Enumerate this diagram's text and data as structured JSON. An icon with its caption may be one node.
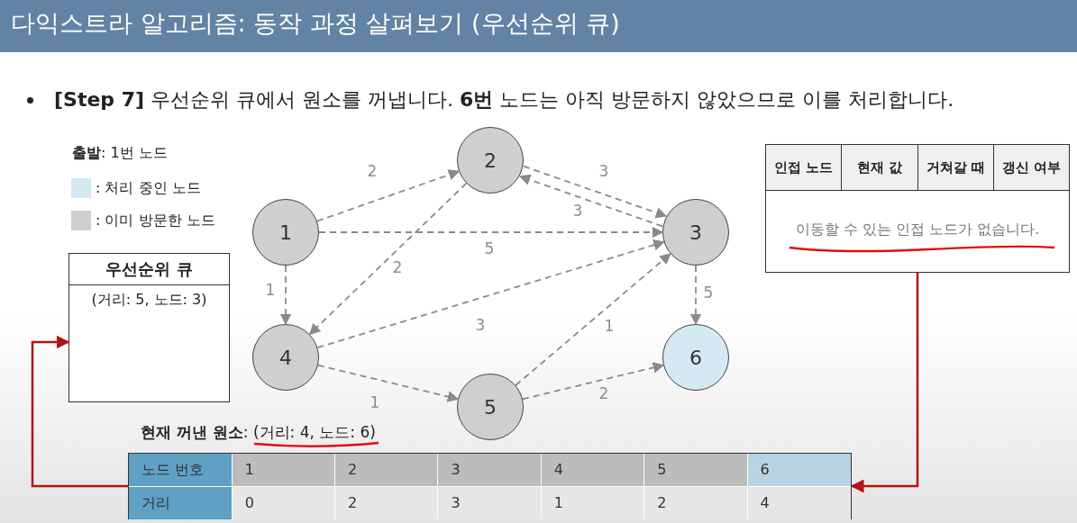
{
  "diagram": {
    "title": "다익스트라 알고리즘: 동작 과정 살펴보기 (우선순위 큐)",
    "nodes": [
      {
        "text": [
          "1"
        ]
      },
      {
        "text": [
          "2"
        ]
      },
      {
        "text": [
          "3"
        ]
      },
      {
        "text": [
          "4"
        ]
      },
      {
        "text": [
          "5"
        ]
      },
      {
        "text": [
          "6"
        ]
      },
      {
        "text": [
          "우선순위 큐",
          "(거리: 5, 노드: 3)"
        ]
      },
      {
        "text": [
          "인접 노드",
          "현재 값",
          "거쳐갈 때",
          "갱신 여부",
          "이동할 수 있는 인접 노드가 없습니다."
        ]
      },
      {
        "text": [
          "노드 번호",
          "1",
          "2",
          "3",
          "4",
          "5",
          "6",
          "거리",
          "0",
          "2",
          "3",
          "1",
          "2",
          "4"
        ]
      }
    ],
    "edges": [
      {
        "from": 0,
        "to": 1,
        "arrow": "to",
        "label": "2",
        "style": "dashed"
      },
      {
        "from": 1,
        "to": 2,
        "arrow": "to",
        "label": "3",
        "style": "dashed"
      },
      {
        "from": 2,
        "to": 1,
        "arrow": "to",
        "label": "3",
        "style": "dashed"
      },
      {
        "from": 0,
        "to": 2,
        "arrow": "to",
        "label": "5",
        "style": "dashed"
      },
      {
        "from": 1,
        "to": 3,
        "arrow": "to",
        "label": "2",
        "style": "dashed"
      },
      {
        "from": 0,
        "to": 3,
        "arrow": "to",
        "label": "1",
        "style": "dashed"
      },
      {
        "from": 2,
        "to": 5,
        "arrow": "to",
        "label": "5",
        "style": "dashed"
      },
      {
        "from": 3,
        "to": 2,
        "arrow": "to",
        "label": "3",
        "style": "dashed"
      },
      {
        "from": 4,
        "to": 2,
        "arrow": "to",
        "label": "1",
        "style": "dashed"
      },
      {
        "from": 3,
        "to": 4,
        "arrow": "to",
        "label": "1",
        "style": "dashed"
      },
      {
        "from": 4,
        "to": 5,
        "arrow": "to",
        "label": "2",
        "style": "dashed"
      },
      {
        "from": 8,
        "to": 6,
        "arrow": "to",
        "color": "#b01515"
      },
      {
        "from": 7,
        "to": 8,
        "arrow": "to",
        "color": "#b01515"
      }
    ],
    "labels": [
      "**[Step 7]** 우선순위 큐에서 원소를 꺼냅니다. **6번** 노드는 아직 방문하지 않았으므로 이를 처리합니다.",
      "**출발**: 1번 노드",
      "**현재 꺼낸 원소**: (거리: 4, 노드: 6)"
    ],
    "legend": [
      {
        "text": ": 처리 중인 노드",
        "color": "#d5e9f4"
      },
      {
        "text": ": 이미 방문한 노드",
        "color": "#cfcfd1"
      }
    ]
  }
}
